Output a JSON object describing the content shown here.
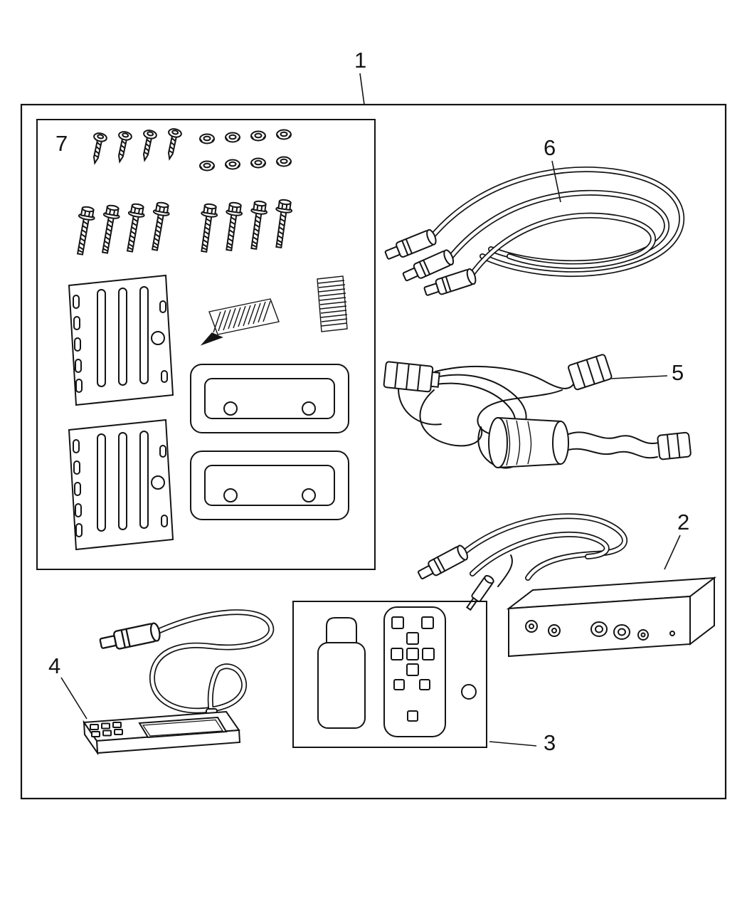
{
  "figure": {
    "kind": "parts-diagram",
    "colors": {
      "line": "#141414",
      "background": "#ffffff"
    },
    "callouts": [
      {
        "label": "1"
      },
      {
        "label": "2"
      },
      {
        "label": "3"
      },
      {
        "label": "4"
      },
      {
        "label": "5"
      },
      {
        "label": "6"
      },
      {
        "label": "7"
      }
    ]
  }
}
